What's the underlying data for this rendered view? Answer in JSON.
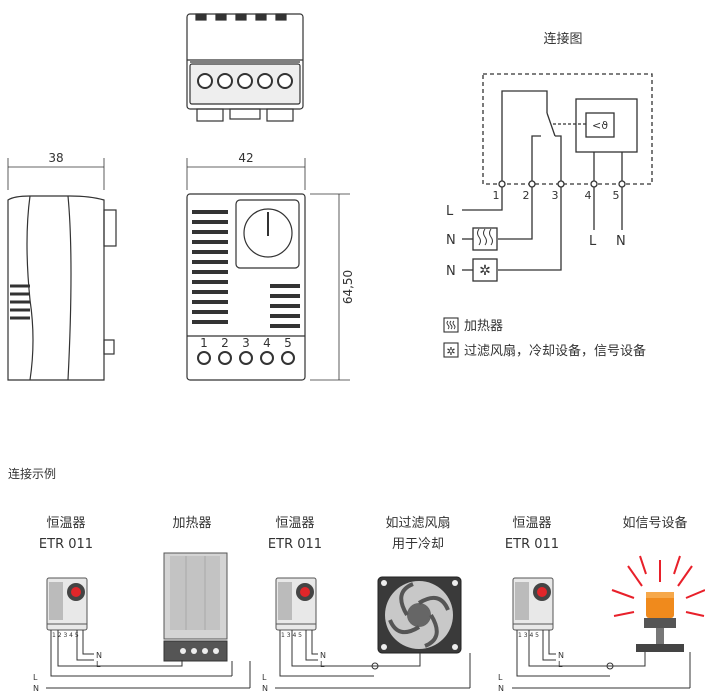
{
  "dims": {
    "width": "38",
    "depth": "42",
    "height": "64,50"
  },
  "wiring": {
    "title": "连接图",
    "terminals": [
      "1",
      "2",
      "3",
      "4",
      "5"
    ],
    "lines": {
      "L": "L",
      "N": "N"
    }
  },
  "legend": {
    "heater": "加热器",
    "fan": "过滤风扇，冷却设备，信号设备"
  },
  "examples": {
    "title": "连接示例",
    "thermostat_name": "恒温器",
    "thermostat_model": "ETR 011",
    "heater": "加热器",
    "fan_line1": "如过滤风扇",
    "fan_line2": "用于冷却",
    "signal": "如信号设备"
  },
  "colors": {
    "line": "#333333",
    "red_knob": "#e0262a",
    "warning_orange": "#f08a1c",
    "warning_red": "#e8202a"
  }
}
